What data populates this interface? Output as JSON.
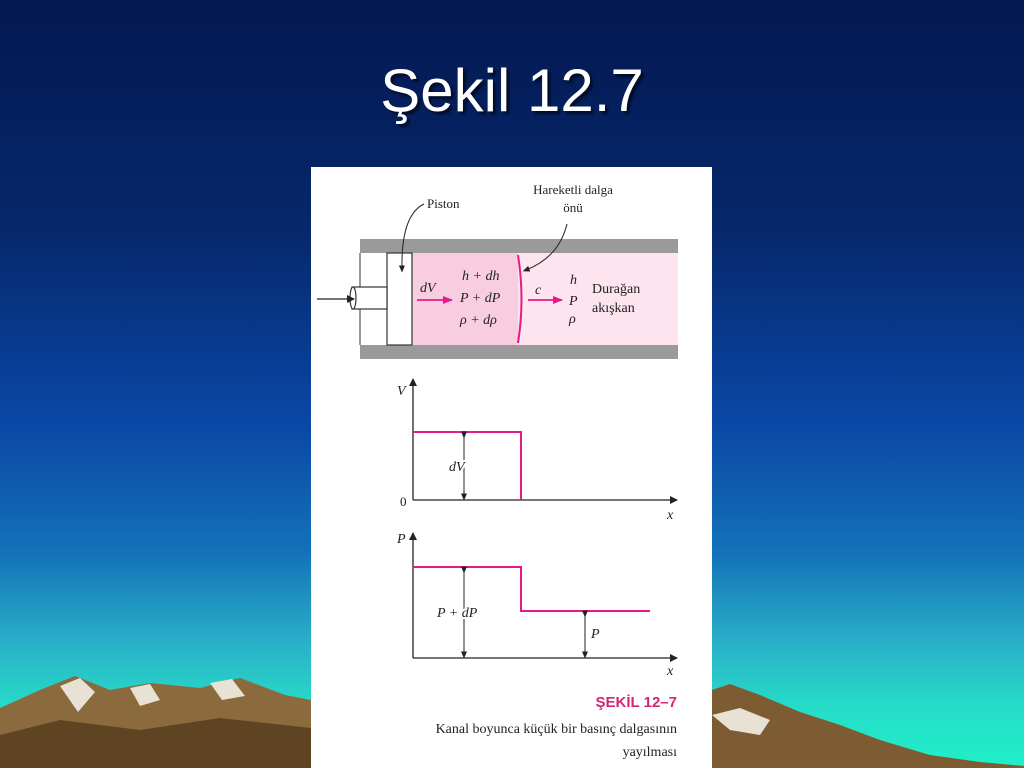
{
  "slide": {
    "title": "Şekil 12.7"
  },
  "figure": {
    "labels": {
      "piston": "Piston",
      "wavefront_line1": "Hareketli dalga",
      "wavefront_line2": "önü",
      "dV": "dV",
      "h_plus_dh": "h + dh",
      "P_plus_dP": "P + dP",
      "rho_plus_drho": "ρ + dρ",
      "c": "c",
      "h": "h",
      "P": "P",
      "rho": "ρ",
      "stationary_line1": "Durağan",
      "stationary_line2": "akışkan"
    },
    "velocity_plot": {
      "y_axis": "V",
      "x_axis": "x",
      "origin": "0",
      "step_label": "dV"
    },
    "pressure_plot": {
      "y_axis": "P",
      "x_axis": "x",
      "high_label": "P + dP",
      "low_label": "P"
    },
    "caption": {
      "number": "ŞEKİL 12–7",
      "line1": "Kanal boyunca küçük bir basınç dalgasının",
      "line2": "yayılması"
    }
  },
  "colors": {
    "accent": "#e6198c",
    "fluid_fill": "#f8cde0",
    "wall": "#9a9a9a",
    "caption_red": "#d6237a"
  }
}
